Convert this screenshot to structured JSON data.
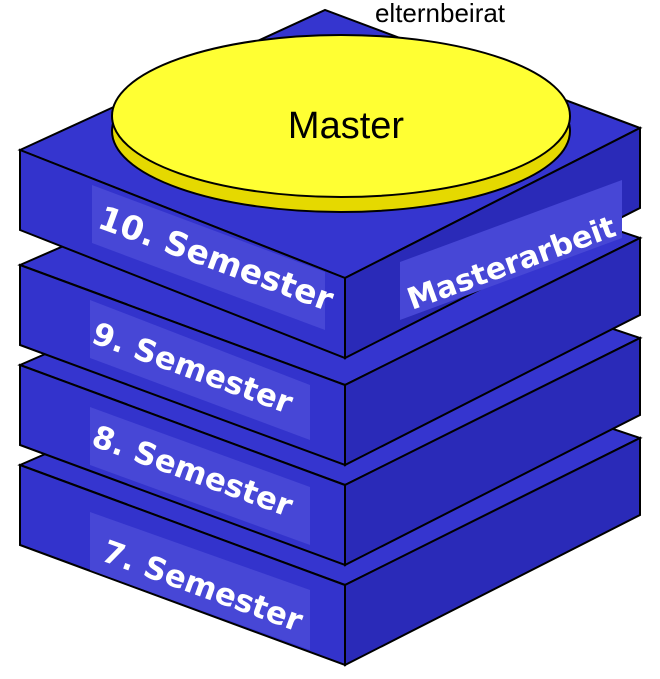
{
  "header": {
    "text": "elternbeirat"
  },
  "disc": {
    "label": "Master",
    "fill": "#FFFF33",
    "edge": "#E5D900"
  },
  "blocks": [
    {
      "label": "10. Semester",
      "side_label": "Masterarbeit"
    },
    {
      "label": "9. Semester"
    },
    {
      "label": "8. Semester"
    },
    {
      "label": "7. Semester"
    }
  ],
  "colors": {
    "block_front": "#3333CC",
    "block_side": "#2A2AB8",
    "block_top": "#3535CF",
    "label_box": "#4747D6",
    "outline": "#000000"
  }
}
